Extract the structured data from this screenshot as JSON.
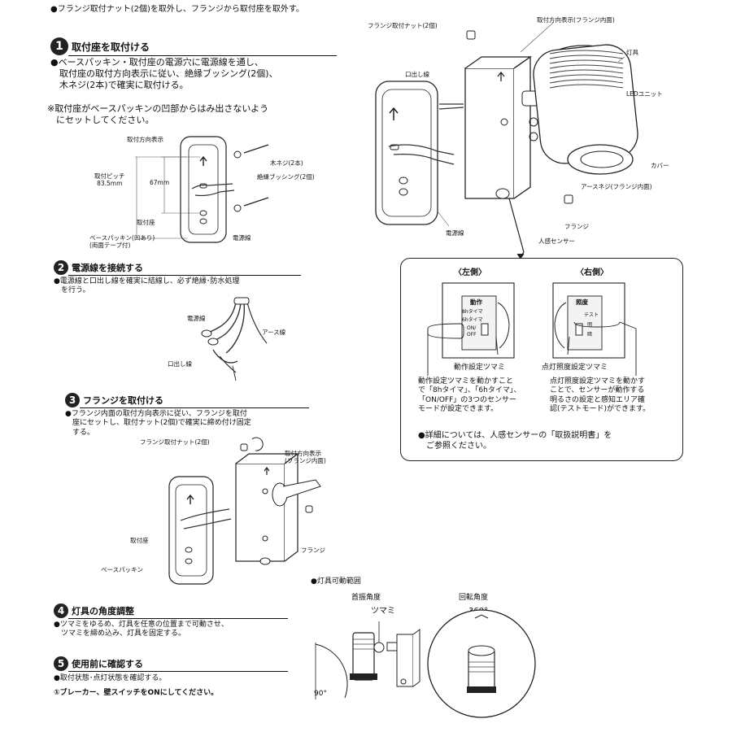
{
  "intro": "●フランジ取付ナット(2個)を取外し、フランジから取付座を取外す。",
  "steps": {
    "s1": {
      "num": "1",
      "title": "取付座を取付ける",
      "body": "●ベースパッキン・取付座の電源穴に電源線を通し、\n　取付座の取付方向表示に従い、絶縁ブッシング(2個)、\n　木ネジ(2本)で確実に取付ける。",
      "note": "※取付座がベースパッキンの凹部からはみ出さないよう\n　にセットしてください。",
      "labels": {
        "direction": "取付方向表示",
        "pitch": "取付ピッチ\n83.5mm",
        "dim": "67mm",
        "screw": "木ネジ(2本)",
        "bushing": "絶縁ブッシング(2個)",
        "seat": "取付座",
        "packing": "ベースパッキン(凹あり)\n(両面テープ付)",
        "cable": "電源線"
      }
    },
    "s2": {
      "num": "2",
      "title": "電源線を接続する",
      "body": "●電源線と口出し線を確実に結線し、必ず絶縁･防水処理\n　を行う。",
      "labels": {
        "cable": "電源線",
        "earth": "アース線",
        "lead": "口出し線"
      }
    },
    "s3": {
      "num": "3",
      "title": "フランジを取付ける",
      "body": "●フランジ内面の取付方向表示に従い、フランジを取付\n　座にセットし、取付ナット(2個)で確実に締め付け固定\n　する。",
      "labels": {
        "nut": "フランジ取付ナット(2個)",
        "direction": "取付方向表示\n(フランジ内面)",
        "seat": "取付座",
        "flange": "フランジ",
        "packing": "ベースパッキン"
      }
    },
    "s4": {
      "num": "4",
      "title": "灯具の角度調整",
      "body": "●ツマミをゆるめ、灯具を任意の位置まで可動させ、\n　ツマミを締め込み、灯具を固定する。"
    },
    "s5": {
      "num": "5",
      "title": "使用前に確認する",
      "body": "●取付状態･点灯状態を確認する。",
      "body2": "①ブレーカー、壁スイッチをONにしてください。"
    }
  },
  "top_diagram": {
    "nut": "フランジ取付ナット(2個)",
    "direction": "取付方向表示(フランジ内面)",
    "fixture": "灯具",
    "lead": "口出し線",
    "led": "LEDユニット",
    "cover": "カバー",
    "earth_screw": "アースネジ(フランジ内面)",
    "flange": "フランジ",
    "cable": "電源線",
    "sensor": "人感センサー"
  },
  "callout": {
    "left_title": "〈左側〉",
    "right_title": "〈右側〉",
    "left_panel": {
      "head": "動作",
      "l1": "8hタイマ",
      "l2": "6hタイマ",
      "l3": "ON/\nOFF"
    },
    "right_panel": {
      "head": "照度",
      "l1": "テスト",
      "l2": "明",
      "l3": "暗"
    },
    "left_knob": "動作設定ツマミ",
    "right_knob": "点灯照度設定ツマミ",
    "left_desc": "動作設定ツマミを動かすこと\nで「8hタイマ」、「6hタイマ」、\n「ON/OFF」の3つのセンサー\nモードが設定できます。",
    "right_desc": "点灯照度設定ツマミを動かす\nことで、センサーが動作する\n明るさの設定と感知エリア確\n認(テストモード)ができます。",
    "detail": "●詳細については、人感センサーの「取扱説明書」を\n　ご参照ください。"
  },
  "movable": {
    "title": "●灯具可動範囲",
    "tilt": "首振角度",
    "knob": "ツマミ",
    "tilt_angle": "90°",
    "rotation": "回転角度",
    "rotation_angle": "360°"
  }
}
